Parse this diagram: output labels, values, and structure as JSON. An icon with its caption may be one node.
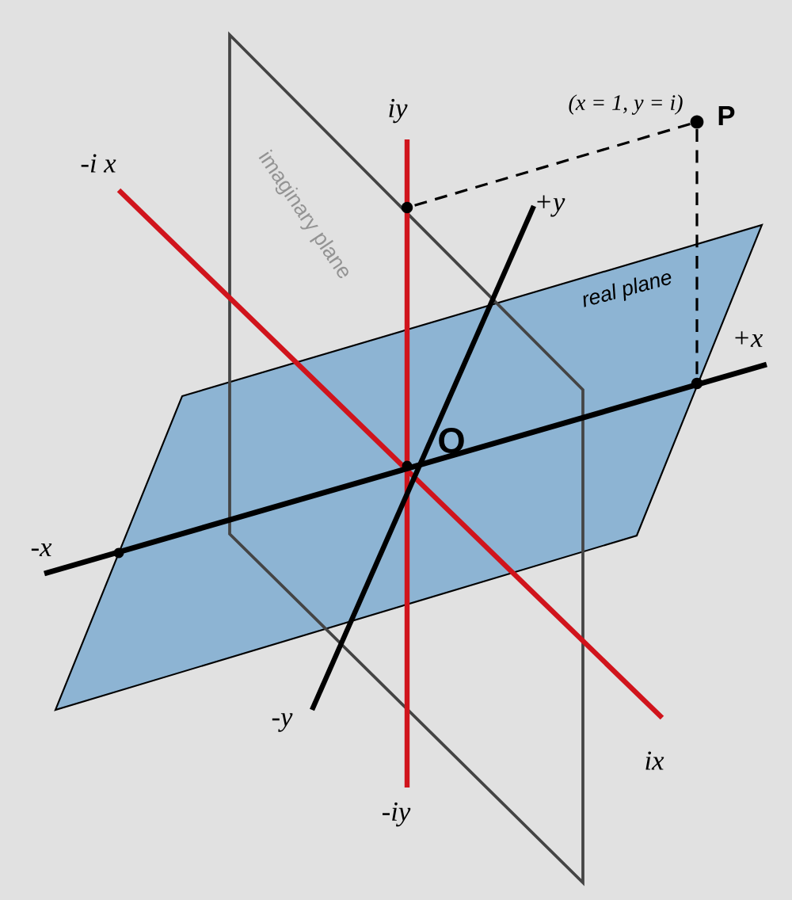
{
  "diagram": {
    "nodes": [
      {
        "text": [
          "P"
        ],
        "beside": [
          "(x = 1, y = i)"
        ]
      },
      {
        "text": [],
        "shape": "circle"
      },
      {
        "text": [],
        "shape": "circle"
      }
    ],
    "edges": [
      {
        "from": 0,
        "to": 1,
        "arrow": "none",
        "style": "dashed"
      },
      {
        "from": 0,
        "to": 2,
        "arrow": "none",
        "style": "dashed"
      }
    ],
    "labels": [
      "iy",
      "-i x",
      "imaginary plane",
      "+y",
      "real plane",
      "+x",
      "O",
      "-x",
      "-y",
      "ix",
      "-iy"
    ]
  }
}
